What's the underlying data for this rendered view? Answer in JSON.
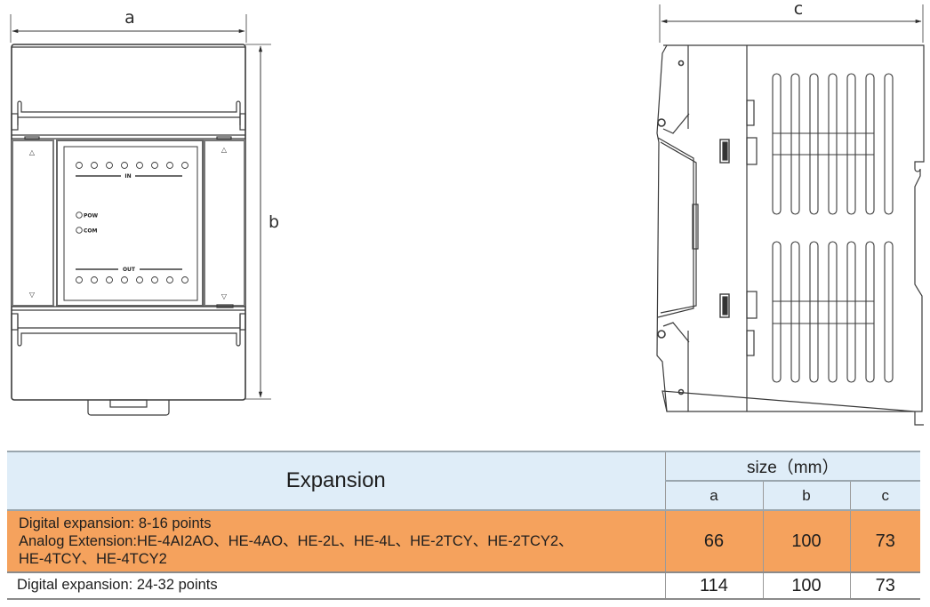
{
  "drawing": {
    "front_view": {
      "width_label": "a",
      "height_label": "b",
      "led_groups": {
        "input_label": "IN",
        "output_label": "OUT",
        "input_led_count": 8,
        "output_led_count": 8,
        "status_leds": [
          "POW",
          "COM"
        ]
      },
      "side_panel_arrows": [
        "up-triangle-icon",
        "down-triangle-icon"
      ]
    },
    "side_view": {
      "depth_label": "c",
      "vent_slot_count_per_row": 7
    },
    "line_color": "#3a3a3a"
  },
  "table": {
    "header": {
      "expansion": "Expansion",
      "size": "size（mm）",
      "columns": [
        "a",
        "b",
        "c"
      ]
    },
    "rows": [
      {
        "description_lines": [
          "Digital expansion: 8-16 points",
          "Analog Extension:HE-4AI2AO、HE-4AO、HE-2L、HE-4L、HE-2TCY、HE-2TCY2、",
          "HE-4TCY、HE-4TCY2"
        ],
        "a": "66",
        "b": "100",
        "c": "73",
        "highlight": true
      },
      {
        "description_lines": [
          "Digital expansion: 24-32 points"
        ],
        "a": "114",
        "b": "100",
        "c": "73",
        "highlight": false
      }
    ],
    "colors": {
      "header_bg": "#dfedf8",
      "highlight_bg": "#f5a25d",
      "border": "#9a9a9a"
    }
  }
}
